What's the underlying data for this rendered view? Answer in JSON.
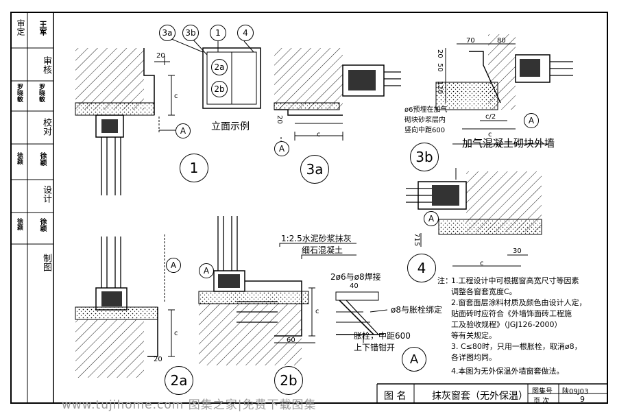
{
  "side_panel": {
    "rows": [
      {
        "role": "审定",
        "sig": "王军"
      },
      {
        "role": "审核",
        "sig": ""
      },
      {
        "role": "",
        "sig": "罗晓敏"
      },
      {
        "role": "校对",
        "sig": ""
      },
      {
        "role": "",
        "sig": "徐颖"
      },
      {
        "role": "设计",
        "sig": ""
      },
      {
        "role": "",
        "sig": "徐颖"
      },
      {
        "role": "制图",
        "sig": ""
      }
    ]
  },
  "details": {
    "d1": {
      "label": "1",
      "dim_top": "20",
      "dim_c": "c",
      "callout": "A"
    },
    "elevation": {
      "title": "立面示例",
      "refs": [
        "3a",
        "3b",
        "1",
        "4",
        "2a",
        "2b"
      ]
    },
    "d3a": {
      "label": "3a",
      "dim_left": "20",
      "dim_c": "c",
      "callout": "A"
    },
    "d3b": {
      "label": "3b",
      "dims": [
        "70",
        "80",
        "20",
        "50",
        "120",
        "c/2",
        "c"
      ],
      "note_lines": [
        "ø6预埋在加气",
        "砌块砂浆层内",
        "竖向中距600"
      ],
      "title": "加气混凝土砌块外墙",
      "callout": "A"
    },
    "d4": {
      "label": "4",
      "dims": [
        "715",
        "30",
        "c"
      ],
      "callout": "A"
    },
    "d2a": {
      "label": "2a",
      "dim_c": "c",
      "dim_bottom": "20",
      "callout": "A"
    },
    "d2b": {
      "label": "2b",
      "dims": [
        "c",
        "60"
      ],
      "callout": "A",
      "leader1": "1:2.5水泥砂浆抹灰",
      "leader2": "细石混凝土"
    },
    "dA": {
      "label": "A",
      "top": "2ø6与ø8焊接",
      "dim": "40",
      "note1": "ø8与胀栓绑定",
      "note2": "胀栓，中距600",
      "note3": "上下错钳开"
    }
  },
  "notes": {
    "heading": "注：",
    "lines": [
      "1.工程设计中可根据窗高宽尺寸等因素",
      "   调整各窗套宽度C。",
      "2.窗套面层涂料材质及颜色由设计人定，",
      "   贴面砖时应符合《外墙饰面砖工程施",
      "   工及验收规程》（JGJ126-2000）",
      "   等有关规定。",
      "3. C≤80时，只用一根胀栓，取消ø8，",
      "   各详图均同。",
      "4.本图为无外保温外墙窗套做法。"
    ]
  },
  "title_block": {
    "label": "图 名",
    "title": "抹灰窗套（无外保温）",
    "atlas_label": "图集号",
    "atlas": "陕09J03",
    "page_label": "页 次",
    "page": "9"
  },
  "watermark": "www.tujihome.com 图集之家|免费下载图集"
}
